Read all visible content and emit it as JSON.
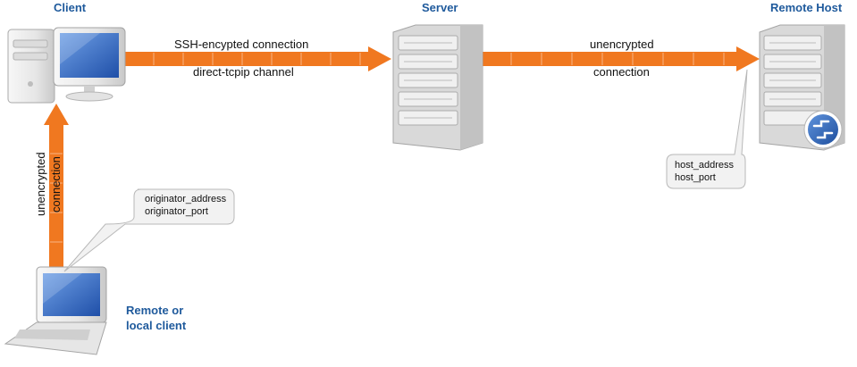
{
  "nodes": {
    "client": {
      "title": "Client"
    },
    "server": {
      "title": "Server"
    },
    "remote_host": {
      "title": "Remote Host"
    },
    "remote_client": {
      "title_line1": "Remote or",
      "title_line2": "local client"
    }
  },
  "connections": {
    "client_server": {
      "label_top": "SSH-encypted connection",
      "label_bottom": "direct-tcpip channel"
    },
    "server_remote": {
      "label_top": "unencrypted",
      "label_bottom": "connection"
    },
    "laptop_client": {
      "label_line1": "unencrypted",
      "label_line2": "connection"
    }
  },
  "callouts": {
    "originator": {
      "line1": "originator_address",
      "line2": "originator_port"
    },
    "host": {
      "line1": "host_address",
      "line2": "host_port"
    }
  },
  "colors": {
    "arrow": "#f07820",
    "title": "#1f5a9c",
    "callout_fill": "#f2f2f2",
    "callout_stroke": "#b8b8b8"
  }
}
